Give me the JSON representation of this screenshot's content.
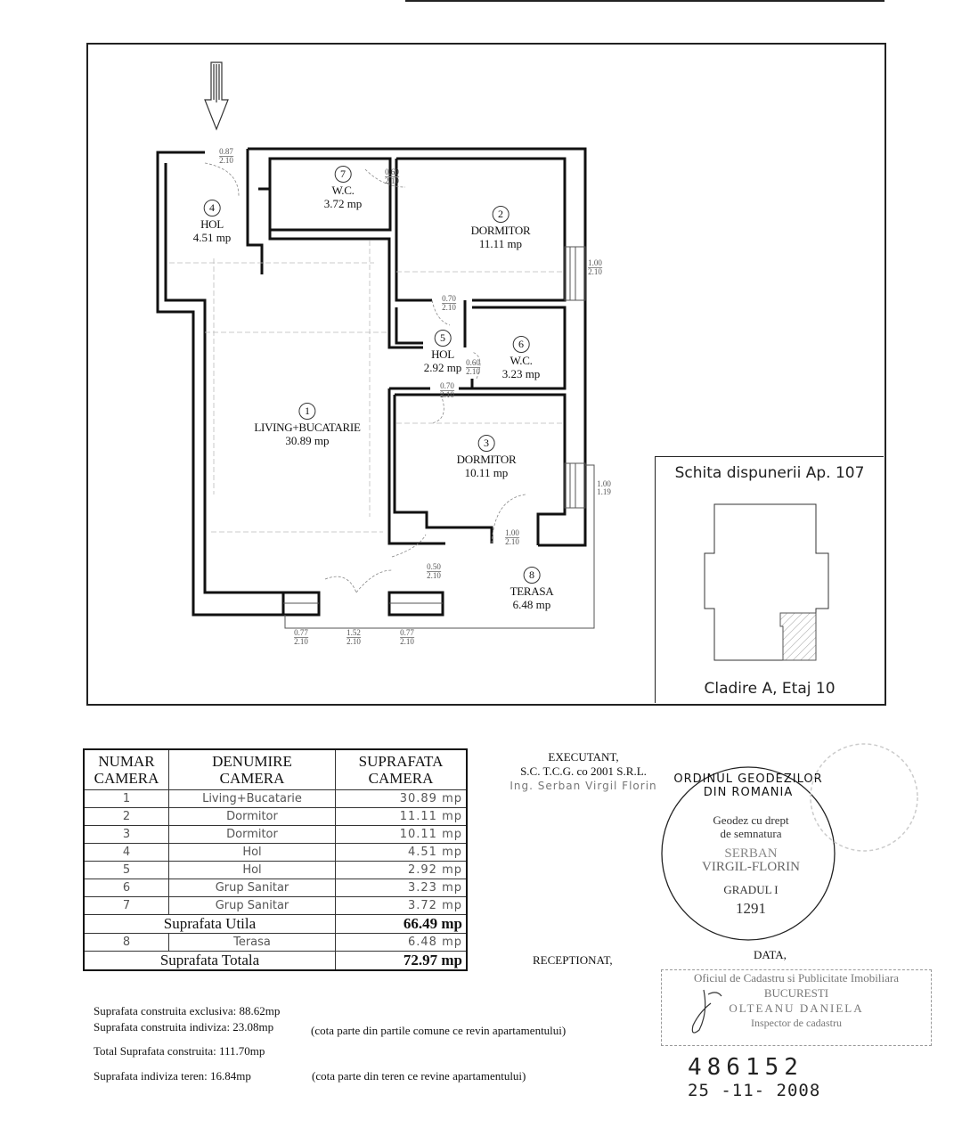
{
  "plan": {
    "rooms": [
      {
        "num": "1",
        "name": "LIVING+BUCATARIE",
        "area": "30.89 mp"
      },
      {
        "num": "2",
        "name": "DORMITOR",
        "area": "11.11 mp"
      },
      {
        "num": "3",
        "name": "DORMITOR",
        "area": "10.11 mp"
      },
      {
        "num": "4",
        "name": "HOL",
        "area": "4.51 mp"
      },
      {
        "num": "5",
        "name": "HOL",
        "area": "2.92 mp"
      },
      {
        "num": "6",
        "name": "W.C.",
        "area": "3.23 mp"
      },
      {
        "num": "7",
        "name": "W.C.",
        "area": "3.72 mp"
      },
      {
        "num": "8",
        "name": "TERASA",
        "area": "6.48 mp"
      }
    ],
    "openings": [
      {
        "w": "0.87",
        "h": "2.10"
      },
      {
        "w": "0.60",
        "h": "2.10"
      },
      {
        "w": "1.00",
        "h": "2.10"
      },
      {
        "w": "0.70",
        "h": "2.10"
      },
      {
        "w": "0.60",
        "h": "2.10"
      },
      {
        "w": "0.70",
        "h": "2.10"
      },
      {
        "w": "1.00",
        "h": "1.19"
      },
      {
        "w": "1.00",
        "h": "2.10"
      },
      {
        "w": "0.50",
        "h": "2.10"
      },
      {
        "w": "0.77",
        "h": "2.10"
      },
      {
        "w": "1.52",
        "h": "2.10"
      },
      {
        "w": "0.77",
        "h": "2.10"
      }
    ],
    "entrance_icon": "down-arrow-icon"
  },
  "keyplan": {
    "title": "Schita dispunerii Ap. 107",
    "caption": "Cladire A, Etaj 10"
  },
  "table": {
    "headers": [
      "NUMAR CAMERA",
      "DENUMIRE CAMERA",
      "SUPRAFATA CAMERA"
    ],
    "header_lines": [
      [
        "NUMAR",
        "CAMERA"
      ],
      [
        "DENUMIRE",
        "CAMERA"
      ],
      [
        "SUPRAFATA",
        "CAMERA"
      ]
    ],
    "rows": [
      {
        "num": "1",
        "name": "Living+Bucatarie",
        "area": "30.89  mp"
      },
      {
        "num": "2",
        "name": "Dormitor",
        "area": "11.11  mp"
      },
      {
        "num": "3",
        "name": "Dormitor",
        "area": "10.11  mp"
      },
      {
        "num": "4",
        "name": "Hol",
        "area": "4.51  mp"
      },
      {
        "num": "5",
        "name": "Hol",
        "area": "2.92  mp"
      },
      {
        "num": "6",
        "name": "Grup  Sanitar",
        "area": "3.23  mp"
      },
      {
        "num": "7",
        "name": "Grup  Sanitar",
        "area": "3.72  mp"
      }
    ],
    "utila_label": "Suprafata Utila",
    "utila_value": "66.49 mp",
    "terasa": {
      "num": "8",
      "name": "Terasa",
      "area": "6.48  mp"
    },
    "totala_label": "Suprafata Totala",
    "totala_value": "72.97 mp"
  },
  "notes": {
    "exclusiva": "Suprafata construita exclusiva: 88.62mp",
    "indiviza": "Suprafata construita indiviza:  23.08mp",
    "indiviza_note": "(cota parte din partile comune ce revin apartamentului)",
    "total": "Total Suprafata construita: 111.70mp",
    "teren": "Suprafata indiviza teren: 16.84mp",
    "teren_note": "(cota parte din teren ce revine apartamentului)"
  },
  "executant": {
    "label": "EXECUTANT,",
    "company": "S.C. T.C.G. co 2001 S.R.L.",
    "engineer": "Ing.  Serban  Virgil  Florin"
  },
  "receptionat": "RECEPTIONAT,",
  "data_label": "DATA,",
  "stamp_round": {
    "ring": "ORDINUL GEODEZILOR DIN ROMANIA",
    "line1": "Geodez cu drept",
    "line2": "de semnatura",
    "line3": "SERBAN",
    "line4": "VIRGIL-FLORIN",
    "line5": "GRADUL I",
    "line6": "1291"
  },
  "stamp_box": {
    "line1": "Oficiul de Cadastru si Publicitate Imobiliara",
    "line2": "BUCURESTI",
    "line3": "OLTEANU DANIELA",
    "line4": "Inspector de cadastru"
  },
  "registration": {
    "number": "486152",
    "date": "25 -11- 2008"
  }
}
